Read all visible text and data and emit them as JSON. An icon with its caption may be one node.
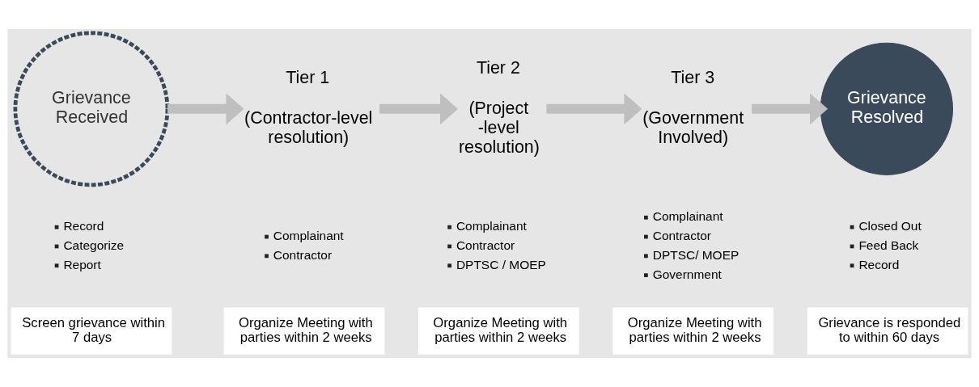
{
  "diagram": {
    "nodes": [
      {
        "text": [
          "Grievance Received"
        ],
        "beside": [
          "Record",
          "Categorize",
          "Report"
        ]
      },
      {
        "text": [
          "Tier 1",
          "(Contractor-level resolution)"
        ],
        "beside": [
          "Complainant",
          "Contractor"
        ]
      },
      {
        "text": [
          "Tier 2",
          "(Project -level resolution)"
        ],
        "beside": [
          "Complainant",
          "Contractor",
          "DPTSC / MOEP"
        ]
      },
      {
        "text": [
          "Tier 3",
          "(Government Involved)"
        ],
        "beside": [
          "Complainant",
          "Contractor",
          "DPTSC/ MOEP",
          "Government"
        ]
      },
      {
        "text": [
          "Grievance Resolved"
        ],
        "beside": [
          "Closed Out",
          "Feed Back",
          "Record"
        ]
      },
      {
        "text": [
          "Screen grievance within 7 days"
        ]
      },
      {
        "text": [
          "Organize Meeting with parties within 2 weeks"
        ]
      },
      {
        "text": [
          "Organize Meeting with parties within 2 weeks"
        ]
      },
      {
        "text": [
          "Organize Meeting with parties within 2 weeks"
        ]
      },
      {
        "text": [
          "Grievance is responded to within 60 days"
        ]
      }
    ],
    "edges": [
      {
        "from": 0,
        "to": 1,
        "arrow": "to"
      },
      {
        "from": 1,
        "to": 2,
        "arrow": "to"
      },
      {
        "from": 2,
        "to": 3,
        "arrow": "to"
      },
      {
        "from": 3,
        "to": 4,
        "arrow": "to"
      }
    ]
  }
}
